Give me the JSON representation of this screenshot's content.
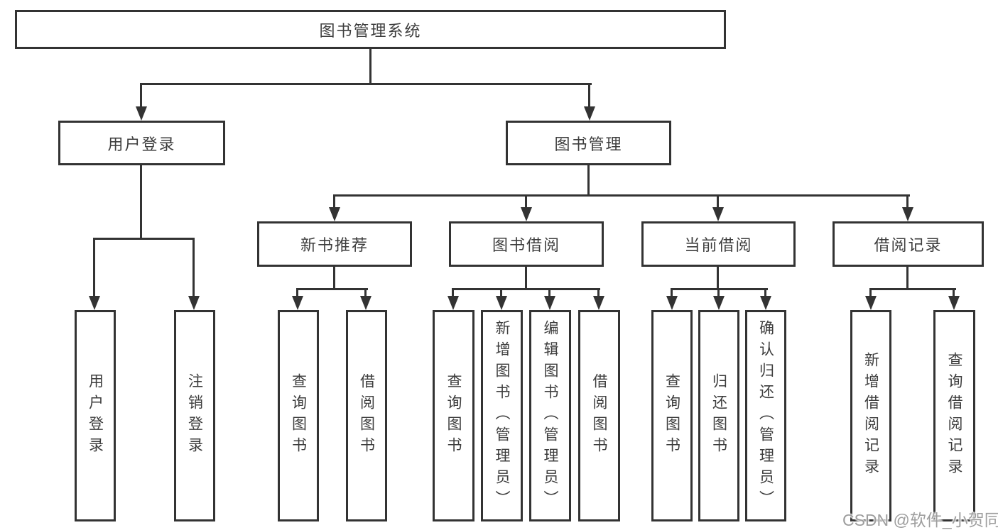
{
  "nodes": {
    "root": "图书管理系统",
    "user_login": "用户登录",
    "book_mgmt": "图书管理",
    "new_book_rec": "新书推荐",
    "book_borrow": "图书借阅",
    "current_borrow": "当前借阅",
    "borrow_record": "借阅记录",
    "ul_login": "用户登录",
    "ul_logout": "注销登录",
    "nb_query": "查询图书",
    "nb_borrow": "借阅图书",
    "bb_query": "查询图书",
    "bb_add": "新增图书（管理员）",
    "bb_edit": "编辑图书（管理员）",
    "bb_borrow": "借阅图书",
    "cb_query": "查询图书",
    "cb_return": "归还图书",
    "cb_confirm": "确认归还（管理员）",
    "br_add": "新增借阅记录",
    "br_query": "查询借阅记录"
  },
  "watermark": "CSDN @软件_小贺同学",
  "colors": {
    "line": "#333333",
    "text": "#3d3d3d",
    "background": "#ffffff",
    "watermark": "#9e9e9e"
  }
}
